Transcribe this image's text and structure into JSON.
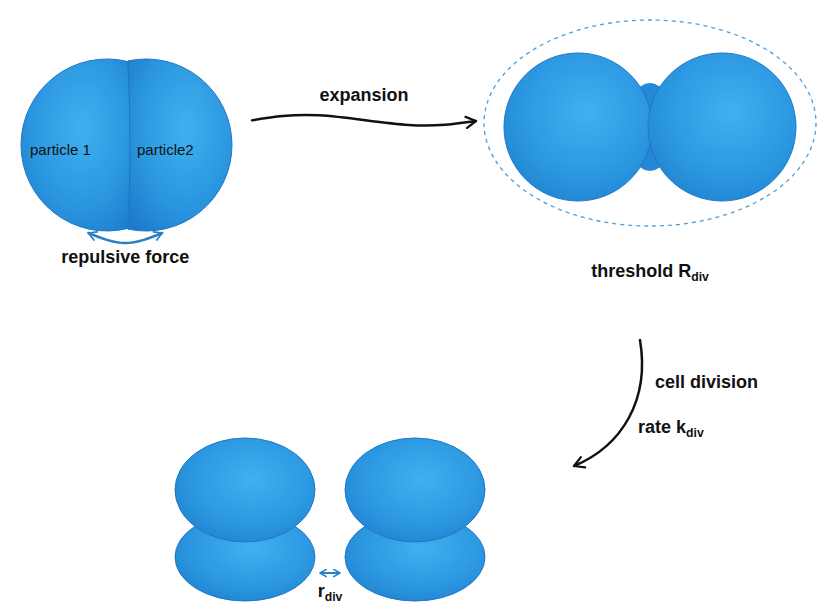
{
  "diagram": {
    "nodes": [
      {
        "text": [
          "particle 1"
        ]
      },
      {
        "text": [
          "particle2"
        ]
      },
      {
        "text": [
          "threshold Rdiv"
        ]
      }
    ],
    "edges": [
      {
        "from": 0,
        "to": 1,
        "label": "repulsive force",
        "arrow": "both"
      },
      {
        "from": 1,
        "to": 2,
        "label": "expansion",
        "arrow": "to"
      }
    ],
    "labels": [
      "cell division",
      "rate kdiv",
      "rdiv"
    ]
  }
}
